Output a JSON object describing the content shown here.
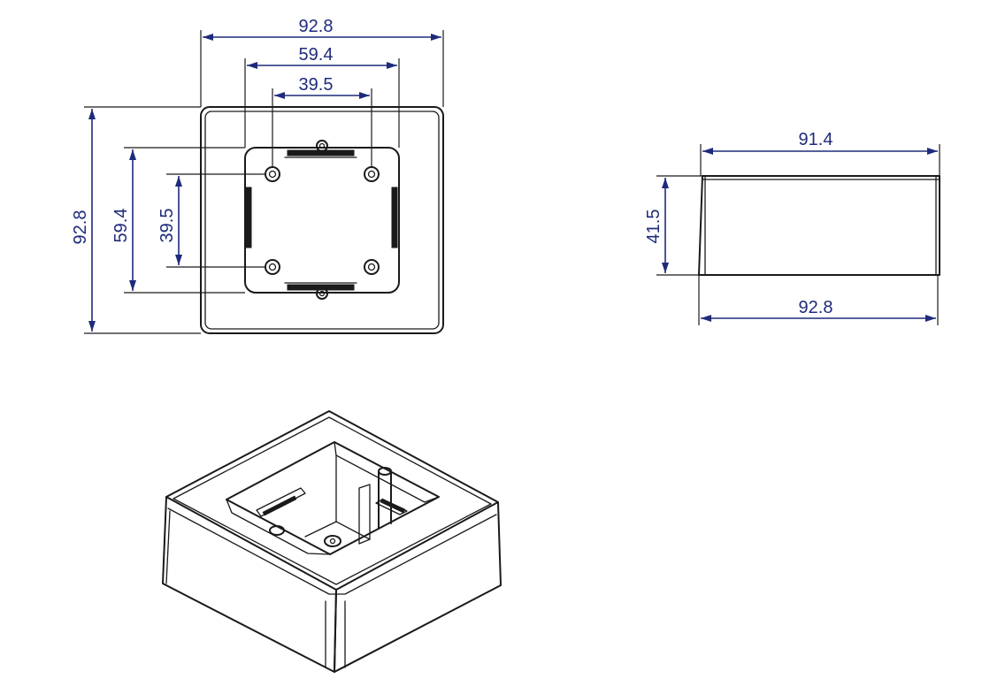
{
  "front_view": {
    "dim_overall_width": "92.8",
    "dim_inner_width": "59.4",
    "dim_hole_spacing_x": "39.5",
    "dim_overall_height": "92.8",
    "dim_inner_height": "59.4",
    "dim_hole_spacing_y": "39.5"
  },
  "side_view": {
    "dim_top_width": "91.4",
    "dim_height": "41.5",
    "dim_bottom_width": "92.8"
  },
  "colors": {
    "dimension": "#1f2b7a",
    "outline": "#1a1a1a"
  }
}
